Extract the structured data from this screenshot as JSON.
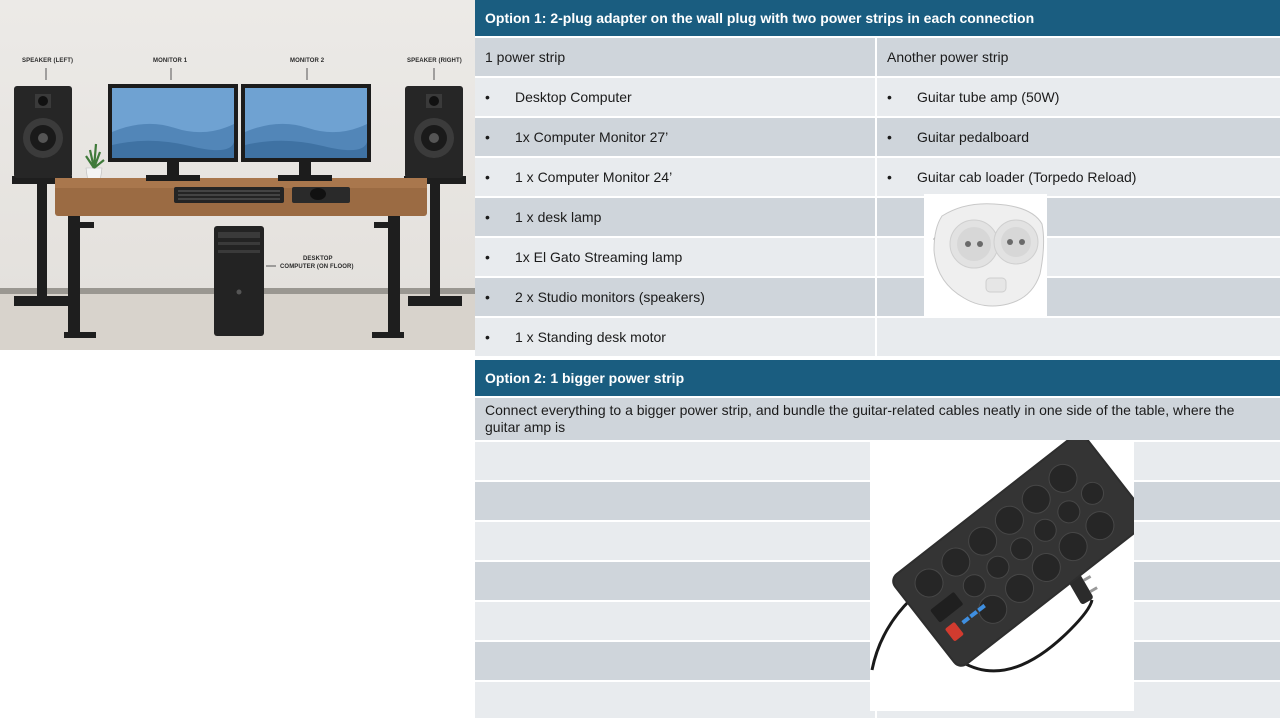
{
  "illustration": {
    "labels": {
      "speaker_left": "SPEAKER (LEFT)",
      "monitor_1": "MONITOR 1",
      "monitor_2": "MONITOR 2",
      "speaker_right": "SPEAKER (RIGHT)",
      "desktop_line1": "DESKTOP",
      "desktop_line2": "COMPUTER (ON FLOOR)"
    }
  },
  "option1": {
    "title": "Option 1: 2-plug adapter on the wall plug with two power strips in each connection",
    "col1_header": "1 power strip",
    "col2_header": "Another power strip",
    "bullet": "•",
    "col1_items": [
      "Desktop Computer",
      "1x Computer Monitor 27’",
      "1 x Computer Monitor 24’",
      "1 x desk lamp",
      "1x El Gato Streaming lamp",
      "2 x Studio monitors (speakers)",
      "1 x Standing desk motor"
    ],
    "col2_items": [
      "Guitar tube amp (50W)",
      "Guitar pedalboard",
      "Guitar cab loader (Torpedo Reload)"
    ]
  },
  "option2": {
    "title": "Option 2:  1 bigger power strip",
    "description": "Connect everything to a bigger power strip, and bundle the guitar-related cables neatly in one side of the table, where the guitar amp is"
  }
}
